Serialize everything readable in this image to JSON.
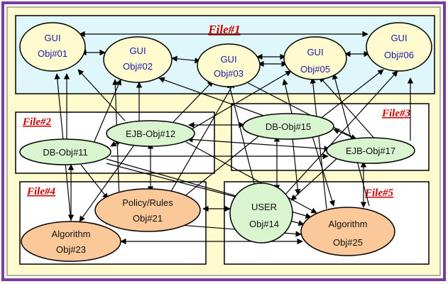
{
  "colors": {
    "outer_border": "#7a3d99",
    "outer_fill": "#fffbcf",
    "file1_fill": "#dff6fb",
    "white_box": "#ffffff",
    "gui_fill": "#fffbcf",
    "green_fill": "#d9f5d0",
    "orange_fill": "#fbc89a",
    "label_red": "#cc0000",
    "gui_text": "#1a1aa8"
  },
  "files": {
    "file1": "File#1",
    "file2": "File#2",
    "file3": "File#3",
    "file4": "File#4",
    "file5": "File#5"
  },
  "nodes": {
    "gui01": {
      "line1": "GUI",
      "line2": "Obj#01"
    },
    "gui02": {
      "line1": "GUI",
      "line2": "Obj#02"
    },
    "gui03": {
      "line1": "GUI",
      "line2": "Obj#03"
    },
    "gui05": {
      "line1": "GUI",
      "line2": "Obj#05"
    },
    "gui06": {
      "line1": "GUI",
      "line2": "Obj#06"
    },
    "db11": {
      "line1": "DB-Obj#11"
    },
    "ejb12": {
      "line1": "EJB-Obj#12"
    },
    "db15": {
      "line1": "DB-Obj#15"
    },
    "ejb17": {
      "line1": "EJB-Obj#17"
    },
    "policy21": {
      "line1": "Policy/Rules",
      "line2": "Obj#21"
    },
    "user14": {
      "line1": "USER",
      "line2": "Obj#14"
    },
    "algo23": {
      "line1": "Algorithm",
      "line2": "Obj#23"
    },
    "algo25": {
      "line1": "Algorithm",
      "line2": "Obj#25"
    }
  }
}
